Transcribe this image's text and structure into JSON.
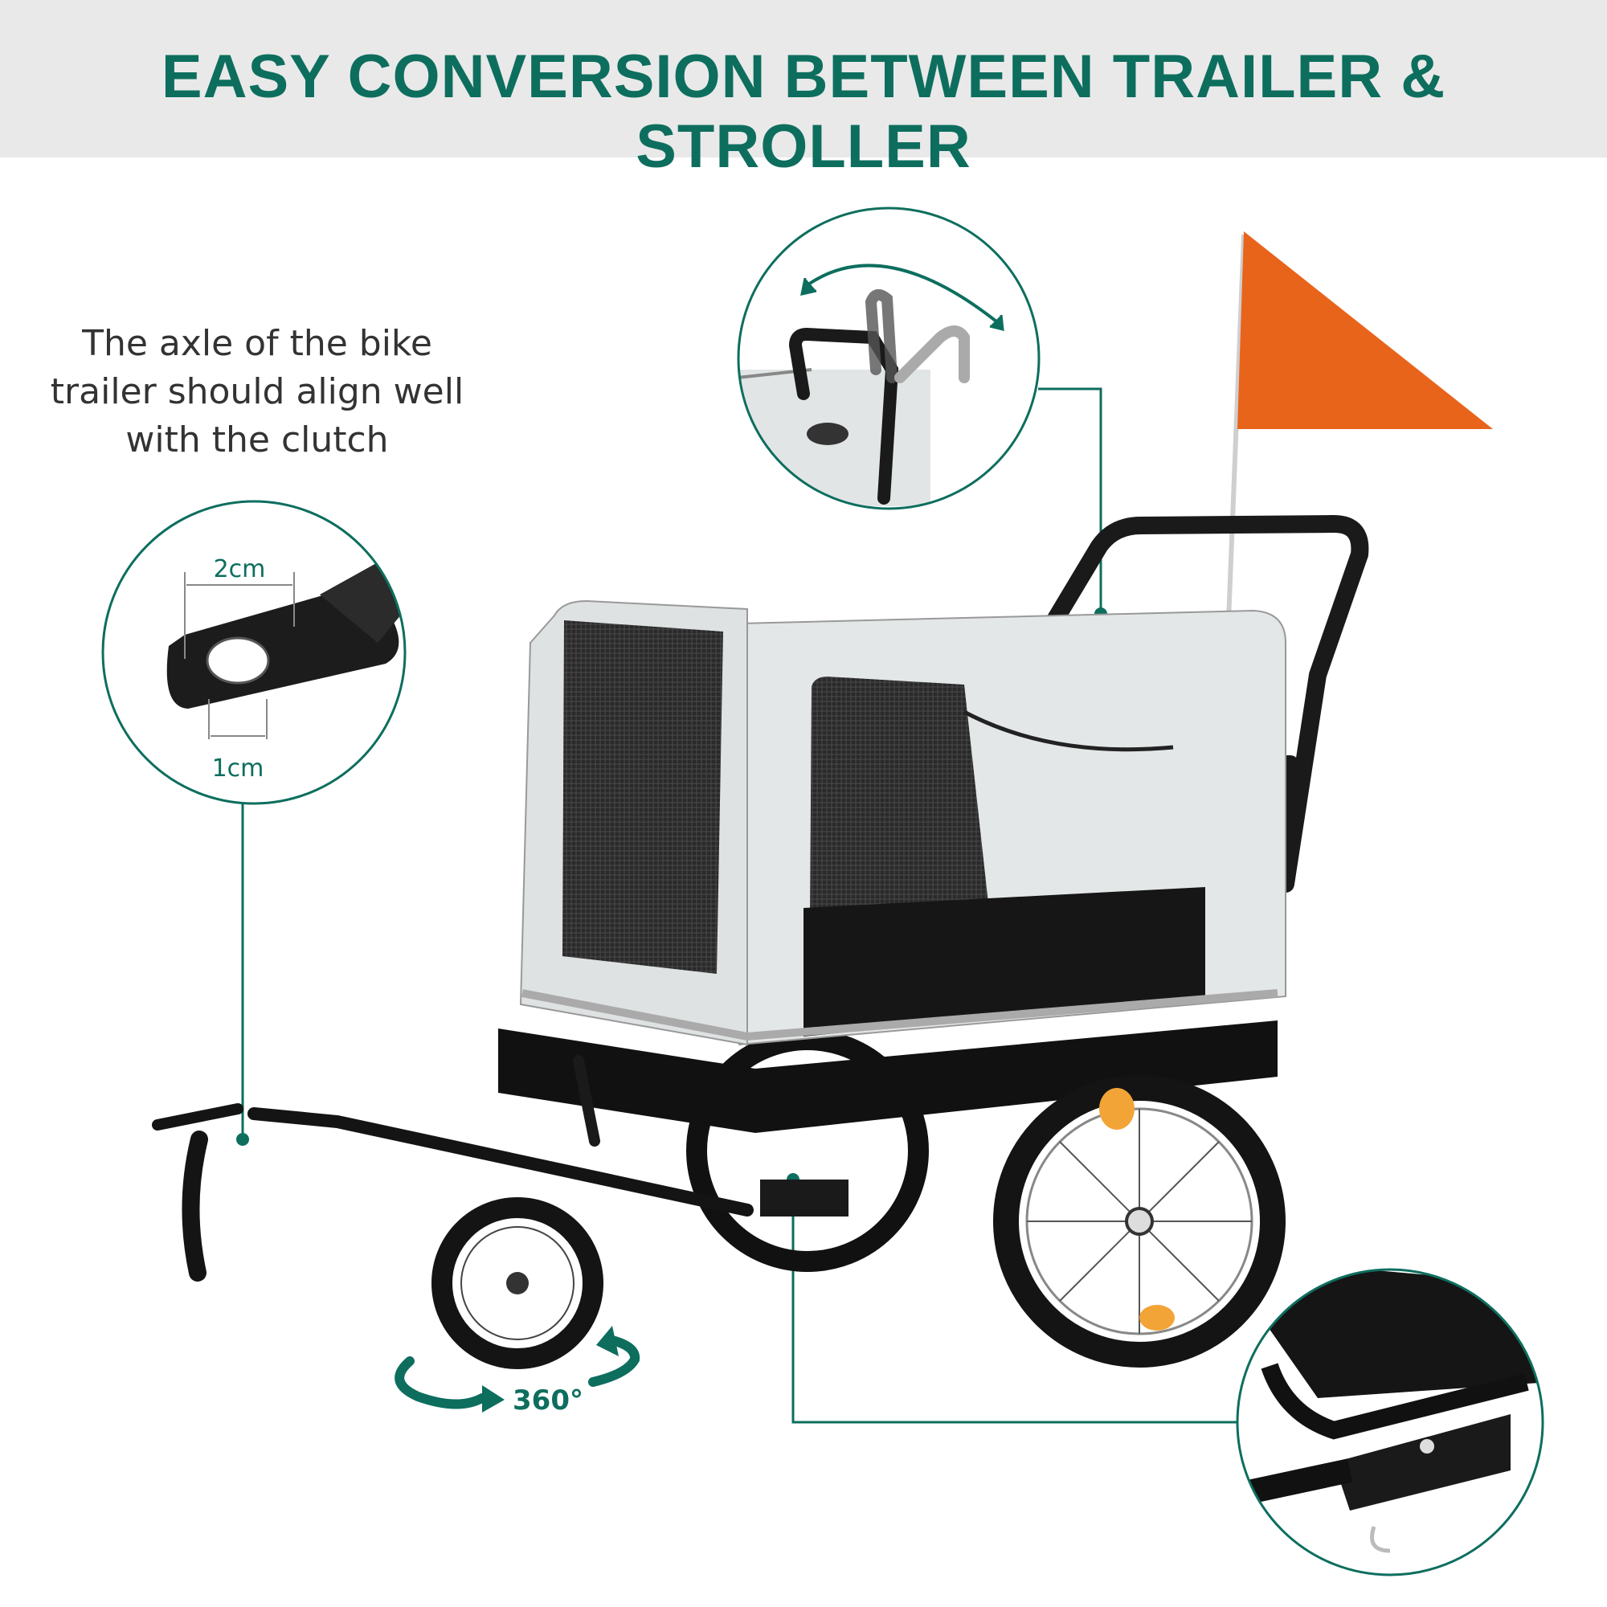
{
  "banner": {
    "title": "EASY CONVERSION BETWEEN TRAILER & STROLLER"
  },
  "note": {
    "lines": [
      "The axle of the bike",
      "trailer should align well",
      "with the clutch"
    ]
  },
  "hitch": {
    "width_label": "2cm",
    "hole_label": "1cm"
  },
  "front_wheel": {
    "rotation_label": "360°"
  },
  "colors": {
    "accent": "#0d6e5e",
    "flag": "#e8641b",
    "canopy": "#e4e7e8",
    "frame": "#1a1a1a"
  }
}
